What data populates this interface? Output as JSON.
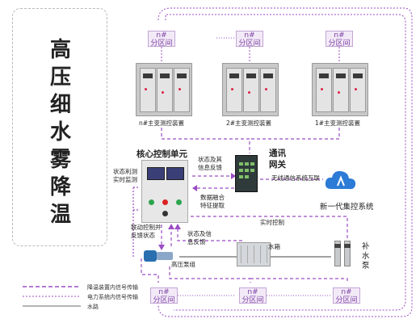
{
  "title_chars": [
    "高",
    "压",
    "细",
    "水",
    "雾",
    "降",
    "温"
  ],
  "zones": {
    "label_no": "n#",
    "label_area": "分区间"
  },
  "cabinets": {
    "n": "n#主变测控装置",
    "two": "2#主变测控装置",
    "one": "1#主变测控装置"
  },
  "core": {
    "title": "核心控制单元",
    "status_monitor": "状态利测\n实时监测"
  },
  "gateway": {
    "title_line1": "通讯",
    "title_line2": "网关",
    "wireless": "无线通信系统互联"
  },
  "cloud": {
    "label": "新一代集控系统"
  },
  "flows": {
    "status_feedback_top": "状态及其\n信息反馈",
    "data_fusion": "数据融合\n特征提取",
    "realtime_control": "实时控制",
    "linkage_feedback": "联动控制并\n反馈状态",
    "status_info_feedback": "状态及信\n息反馈",
    "water_tank": "水箱",
    "high_pressure_pump": "高压泵组",
    "supply_pump": [
      "补",
      "水",
      "泵"
    ]
  },
  "legend": {
    "items": [
      "降温装置内信号传输",
      "电力系统内信号传输",
      "水路"
    ]
  },
  "colors": {
    "signal": "#9b4dc4",
    "power_line": "#9b4dc4",
    "water": "#6a6a6a",
    "cloud": "#2c7bd6"
  }
}
